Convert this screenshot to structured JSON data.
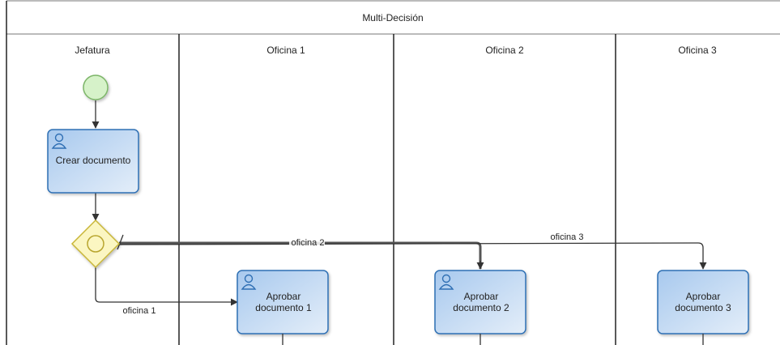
{
  "pool": {
    "title": "Multi-Decisión"
  },
  "lanes": [
    {
      "label": "Jefatura"
    },
    {
      "label": "Oficina 1"
    },
    {
      "label": "Oficina 2"
    },
    {
      "label": "Oficina 3"
    }
  ],
  "tasks": [
    {
      "lines": [
        "Crear documento"
      ]
    },
    {
      "lines": [
        "Aprobar",
        "documento 1"
      ]
    },
    {
      "lines": [
        "Aprobar",
        "documento 2"
      ]
    },
    {
      "lines": [
        "Aprobar",
        "documento 3"
      ]
    }
  ],
  "flows": {
    "oficina1": "oficina 1",
    "oficina2": "oficina 2",
    "oficina3": "oficina 3"
  },
  "icons": {
    "user_task": "user-icon",
    "gateway": "inclusive-gateway-icon"
  },
  "colors": {
    "task_fill_top": "#dbe9f8",
    "task_fill_bottom": "#a7c8ec",
    "task_stroke": "#2f6fb4",
    "start_fill": "#d5f1c8",
    "start_stroke": "#7bb567",
    "gateway_fill": "#fbf6c2",
    "gateway_stroke": "#c9b637"
  }
}
